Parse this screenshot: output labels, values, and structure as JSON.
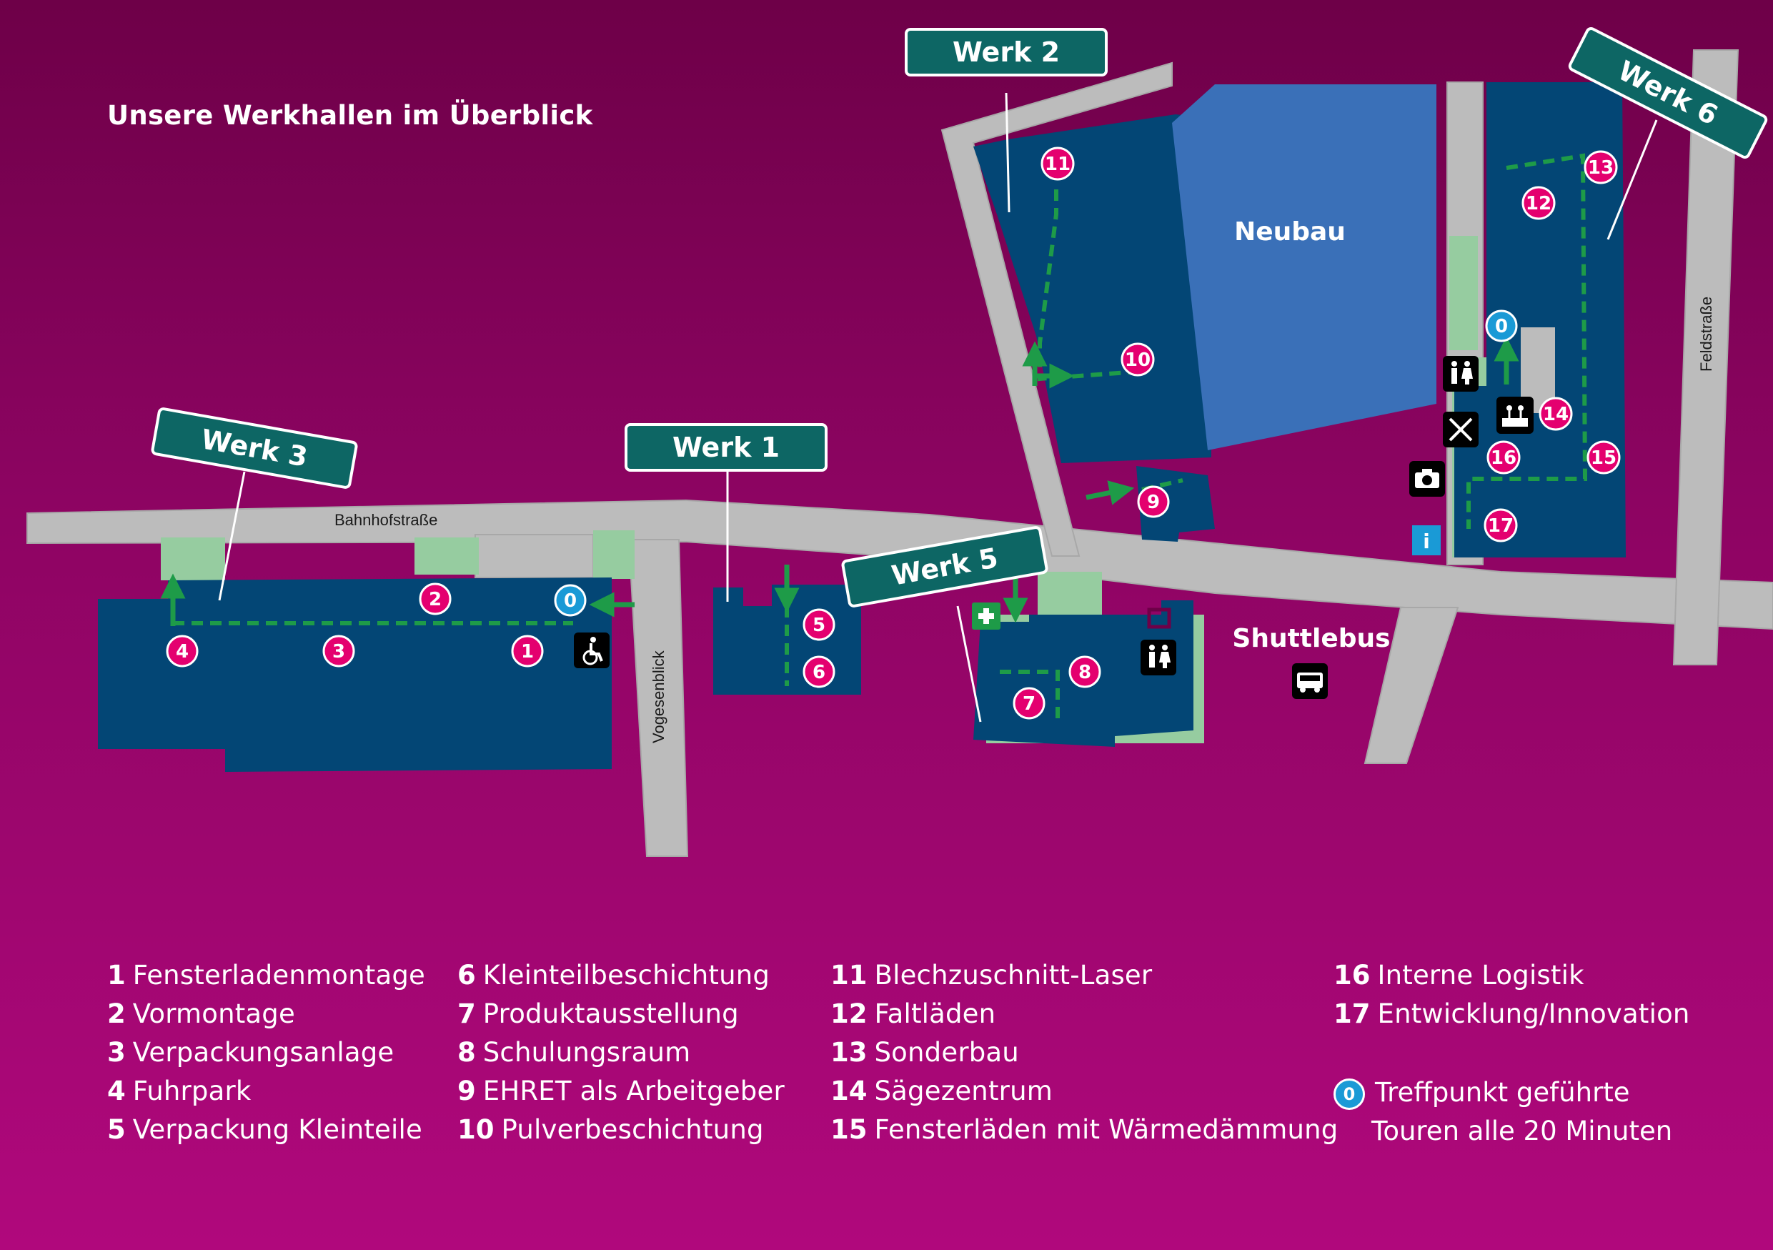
{
  "title": "Unsere Werkhallen im Überblick",
  "buildings": {
    "neubau": "Neubau",
    "shuttlebus": "Shuttlebus"
  },
  "streets": {
    "bahnhofstrasse": "Bahnhofstraße",
    "vogesenblick": "Vogesenblick",
    "feldstrasse": "Feldstraße"
  },
  "signs": {
    "werk1": "Werk 1",
    "werk2": "Werk 2",
    "werk3": "Werk 3",
    "werk5": "Werk 5",
    "werk6": "Werk 6"
  },
  "markers": {
    "m0a": "0",
    "m0b": "0",
    "m1": "1",
    "m2": "2",
    "m3": "3",
    "m4": "4",
    "m5": "5",
    "m6": "6",
    "m7": "7",
    "m8": "8",
    "m9": "9",
    "m10": "10",
    "m11": "11",
    "m12": "12",
    "m13": "13",
    "m14": "14",
    "m15": "15",
    "m16": "16",
    "m17": "17"
  },
  "icons": {
    "wheelchair": "wheelchair-icon",
    "toilet": "toilet-icon",
    "restaurant": "cutlery-icon",
    "camera": "camera-icon",
    "info": "info-icon",
    "first_aid": "first-aid-icon",
    "bus": "bus-icon",
    "kids": "kids-area-icon"
  },
  "colors": {
    "background": "#9a0468",
    "hall": "#034675",
    "neubau": "#3a70b8",
    "street": "#bcbcbc",
    "green_area": "#96cca0",
    "path": "#1e9b48",
    "marker": "#e4006f",
    "meeting": "#1a9ad6",
    "sign": "#0d6664"
  },
  "legend": {
    "col1": [
      {
        "num": "1",
        "label": "Fensterladenmontage"
      },
      {
        "num": "2",
        "label": "Vormontage"
      },
      {
        "num": "3",
        "label": "Verpackungsanlage"
      },
      {
        "num": "4",
        "label": "Fuhrpark"
      },
      {
        "num": "5",
        "label": "Verpackung Kleinteile"
      }
    ],
    "col2": [
      {
        "num": "6",
        "label": "Kleinteilbeschichtung"
      },
      {
        "num": "7",
        "label": "Produktausstellung"
      },
      {
        "num": "8",
        "label": "Schulungsraum"
      },
      {
        "num": "9",
        "label": "EHRET als Arbeitgeber"
      },
      {
        "num": "10",
        "label": "Pulverbeschichtung"
      }
    ],
    "col3": [
      {
        "num": "11",
        "label": "Blechzuschnitt-Laser"
      },
      {
        "num": "12",
        "label": "Faltläden"
      },
      {
        "num": "13",
        "label": "Sonderbau"
      },
      {
        "num": "14",
        "label": "Sägezentrum"
      },
      {
        "num": "15",
        "label": "Fensterläden mit Wärmedämmung"
      }
    ],
    "col4": [
      {
        "num": "16",
        "label": "Interne Logistik"
      },
      {
        "num": "17",
        "label": "Entwicklung/Innovation"
      }
    ],
    "meeting": {
      "num": "0",
      "line1": "Treffpunkt geführte",
      "line2": "Touren alle 20 Minuten"
    }
  }
}
